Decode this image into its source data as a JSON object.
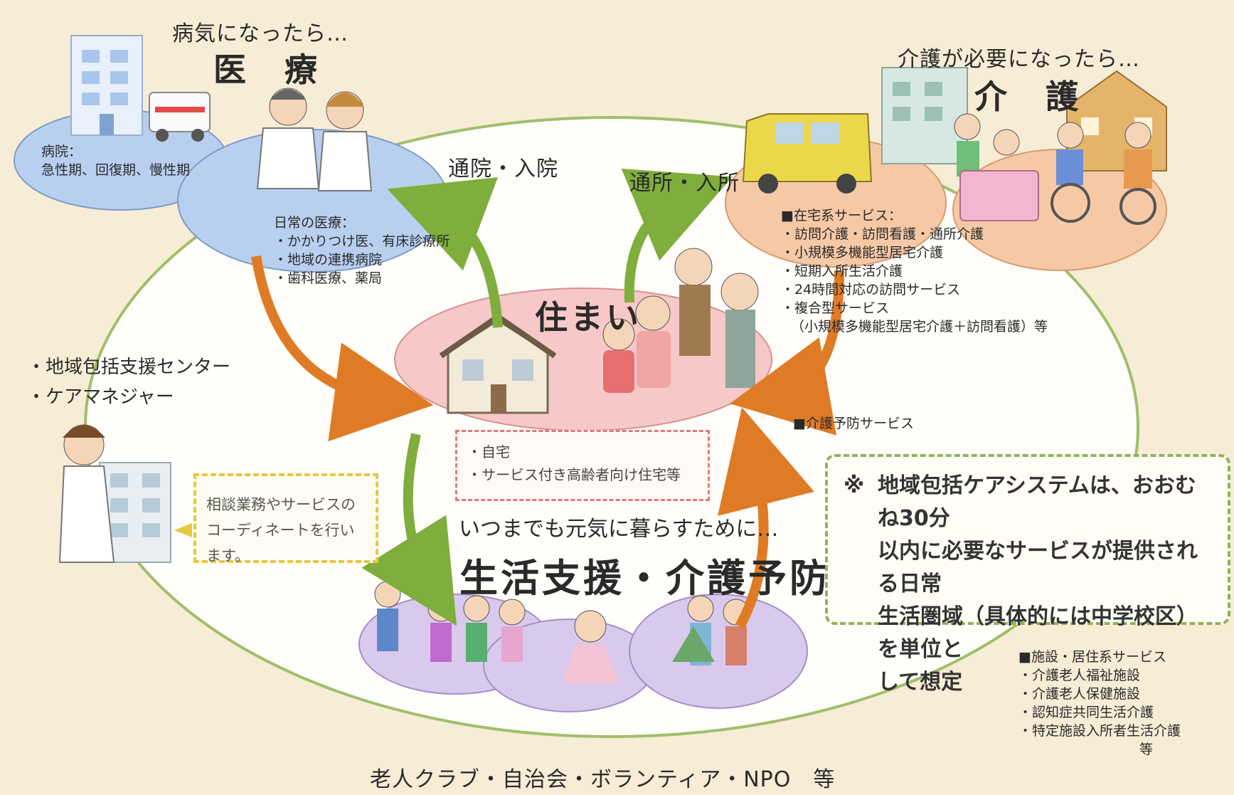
{
  "medical": {
    "heading_small": "病気になったら…",
    "heading": "医　療",
    "hospital_title": "病院：",
    "hospital_items": "急性期、回復期、慢性期",
    "daily_title": "日常の医療：",
    "daily_items": [
      "・かかりつけ医、有床診療所",
      "・地域の連携病院",
      "・歯科医療、薬局"
    ],
    "route_label": "通院・入院"
  },
  "care": {
    "heading_small": "介護が必要になったら…",
    "heading": "介　護",
    "home_service_title": "■在宅系サービス：",
    "home_service_items": [
      "・訪問介護・訪問看護・通所介護",
      "・小規模多機能型居宅介護",
      "・短期入所生活介護",
      "・24時間対応の訪問サービス",
      "・複合型サービス",
      "（小規模多機能型居宅介護＋訪問看護）等"
    ],
    "preventive_label": "■介護予防サービス",
    "facility_title": "■施設・居住系サービス",
    "facility_items": [
      "・介護老人福祉施設",
      "・介護老人保健施設",
      "・認知症共同生活介護",
      "・特定施設入所者生活介護"
    ],
    "facility_etc": "等",
    "route_label": "通所・入所"
  },
  "home": {
    "label": "住まい",
    "items": [
      "・自宅",
      "・サービス付き高齢者向け住宅等"
    ]
  },
  "support": {
    "center_items": [
      "・地域包括支援センター",
      "・ケアマネジャー"
    ],
    "coord_text": [
      "相談業務やサービスの",
      "コーディネートを行います。"
    ]
  },
  "prevention": {
    "subtitle": "いつまでも元気に暮らすために…",
    "title": "生活支援・介護予防"
  },
  "community": {
    "label": "老人クラブ・自治会・ボランティア・NPO　等"
  },
  "note": {
    "mark": "※",
    "lines": [
      "地域包括ケアシステムは、おおむね30分",
      "以内に必要なサービスが提供される日常",
      "生活圏域（具体的には中学校区）を単位と",
      "して想定"
    ]
  },
  "colors": {
    "background": "#f7ecd6",
    "ring": "#9fbf6a",
    "medical": "#b9cff0",
    "care": "#f6c9a6",
    "home": "#f7c8c8",
    "prevention": "#d9c9ec",
    "arrow_green": "#7fae3c",
    "arrow_orange": "#e07b25"
  },
  "icons": {
    "hospital": "hospital-icon",
    "ambulance": "ambulance-icon",
    "doctor": "doctor-nurse-icon",
    "house": "house-icon",
    "family": "elderly-family-icon",
    "care_facility": "care-facility-icon",
    "care_van": "care-van-icon",
    "caregiver": "caregiver-icon",
    "wheelchair": "wheelchair-icon",
    "care_manager": "care-manager-icon",
    "office": "office-building-icon",
    "exercise": "exercise-group-icon",
    "walkers": "walking-elderly-icon"
  }
}
